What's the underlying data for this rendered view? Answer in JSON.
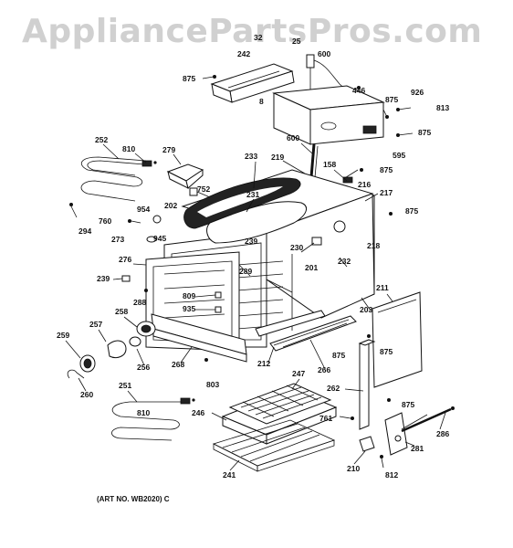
{
  "watermark": "AppliancePartsPros.com",
  "art_number": "(ART NO. WB2020) C",
  "callouts": [
    "32",
    "25",
    "600",
    "242",
    "875",
    "446",
    "8",
    "926",
    "875",
    "813",
    "875",
    "595",
    "600",
    "219",
    "158",
    "875",
    "216",
    "217",
    "252",
    "810",
    "279",
    "233",
    "752",
    "875",
    "294",
    "202",
    "231",
    "954",
    "760",
    "273",
    "945",
    "239",
    "230",
    "218",
    "276",
    "201",
    "232",
    "289",
    "239",
    "288",
    "809",
    "935",
    "203",
    "211",
    "258",
    "257",
    "259",
    "256",
    "268",
    "212",
    "266",
    "875",
    "875",
    "803",
    "260",
    "251",
    "247",
    "810",
    "246",
    "761",
    "262",
    "875",
    "286",
    "281",
    "210",
    "241",
    "812"
  ]
}
